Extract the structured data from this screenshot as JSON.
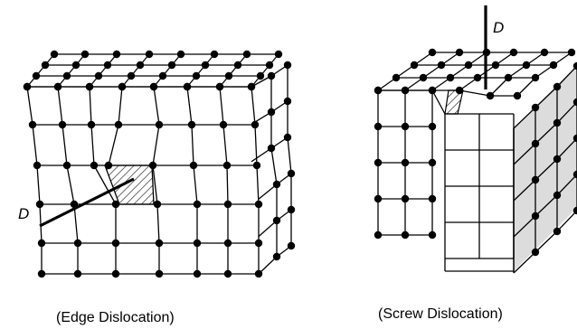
{
  "figures": [
    {
      "id": "edge",
      "caption": "(Edge Dislocation)",
      "dislocation_label": "D"
    },
    {
      "id": "screw",
      "caption": "(Screw Dislocation)",
      "dislocation_label": "D"
    }
  ],
  "colors": {
    "lines": "#000000",
    "atoms": "#000000",
    "shaded_face": "#dcdcdc",
    "background": "#ffffff"
  }
}
